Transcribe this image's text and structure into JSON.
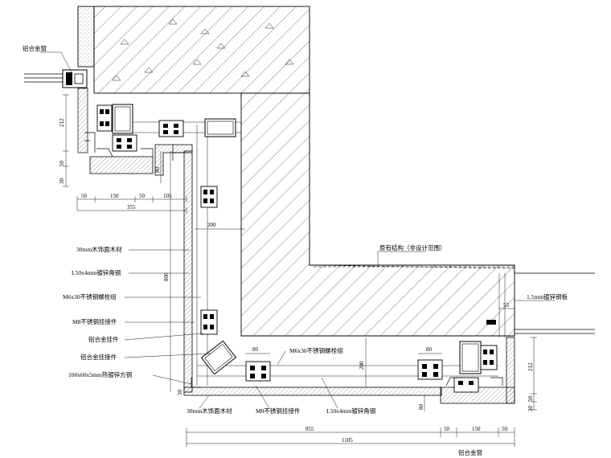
{
  "labels": {
    "aluminum_frame_top": "铝合金窗",
    "wood_veneer_30mm": "30mm木饰面木材",
    "steel_angle_l50": "L50x4mm镀锌角钢",
    "bolt_m6_group": "M6x30不锈钢螺栓组",
    "bolt_m8_connector": "M8不锈钢挂接件",
    "alu_connector": "铝合金挂件",
    "alu_clip": "铝合金挂接件",
    "steel_tube": "100x60x5mm热镀锌方钢",
    "main_structure": "原有结构（非设计范围）",
    "steel_plate_15": "1.5mm镀锌钢板",
    "bottom_wood": "30mm木饰面木材",
    "bottom_m8": "M8不锈钢挂接件",
    "bottom_l50": "L50x4mm镀锌角钢",
    "bottom_m6": "M6x30不锈钢螺栓组",
    "footnote": "铝合金窗"
  },
  "dims": {
    "left_vertical_212": "212",
    "left_vertical_30": "30",
    "left_vertical_50": "50",
    "h50_a": "50",
    "h150_a": "150",
    "h50_b": "50",
    "h105": "105",
    "h355": "355",
    "v80_top": "80",
    "v200_top": "200",
    "v800": "800",
    "v30_bottom": "30",
    "h80_a": "80",
    "h80_b": "80",
    "v200_mid": "200",
    "h855": "855",
    "h1105": "1105",
    "h50_c": "50",
    "h150_b": "150",
    "h50_d": "50",
    "r_v212": "212",
    "r_v50": "50",
    "r_v30": "30",
    "r_v80": "80",
    "h55": "55"
  }
}
